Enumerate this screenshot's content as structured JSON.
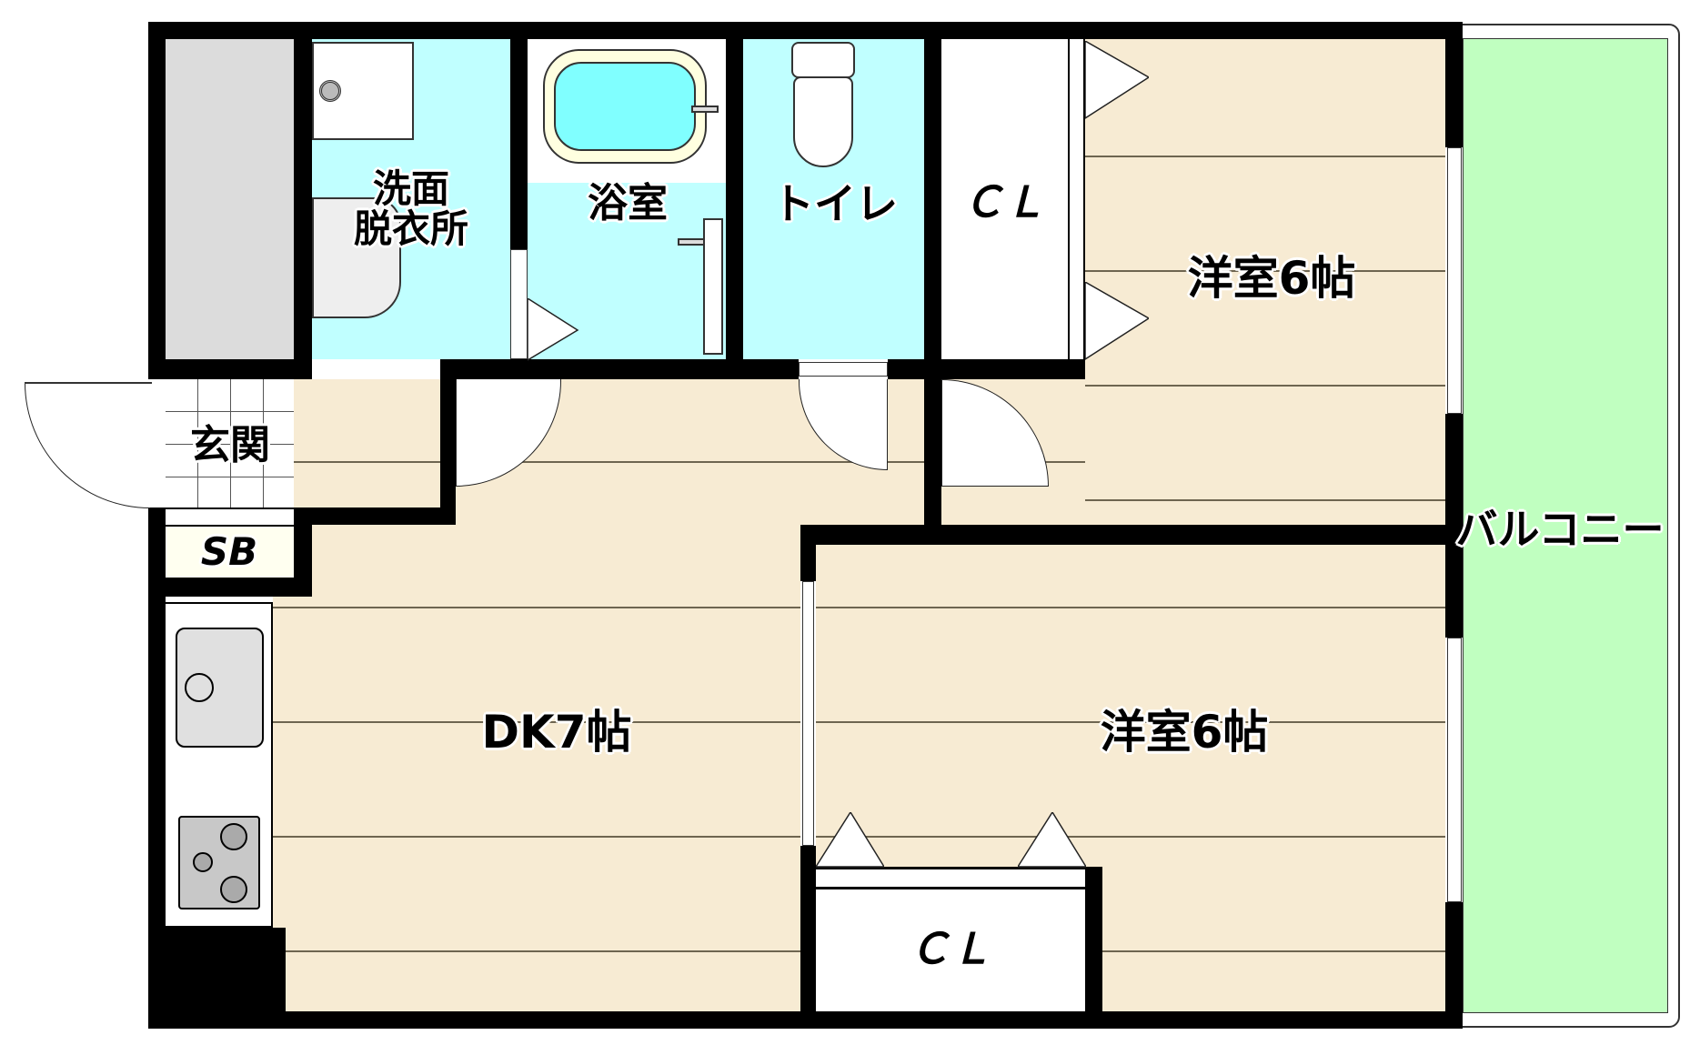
{
  "floorplan": {
    "rooms": {
      "washroom": {
        "label": "洗面\n脱衣所",
        "line1": "洗面",
        "line2": "脱衣所"
      },
      "bathroom": {
        "label": "浴室"
      },
      "toilet": {
        "label": "トイレ"
      },
      "closet_upper": {
        "label": "ＣＬ"
      },
      "western_room_1": {
        "label": "洋室6帖"
      },
      "entrance": {
        "label": "玄関"
      },
      "shoe_box": {
        "label": "SB"
      },
      "dining_kitchen": {
        "label": "DK7帖"
      },
      "western_room_2": {
        "label": "洋室6帖"
      },
      "closet_lower": {
        "label": "ＣＬ"
      },
      "balcony": {
        "label": "バルコニー"
      }
    },
    "colors": {
      "wall": "#000000",
      "floor": "#f7ebd3",
      "wet_area": "#c0ffff",
      "balcony": "#c0ffc0",
      "storage": "#dcdcdc",
      "shoe_box": "#fffff0",
      "bathtub_water": "#80ffff"
    },
    "fixtures": [
      "washing-machine-pan",
      "vanity-sink",
      "bathtub",
      "toilet",
      "kitchen-sink",
      "gas-stove"
    ]
  }
}
